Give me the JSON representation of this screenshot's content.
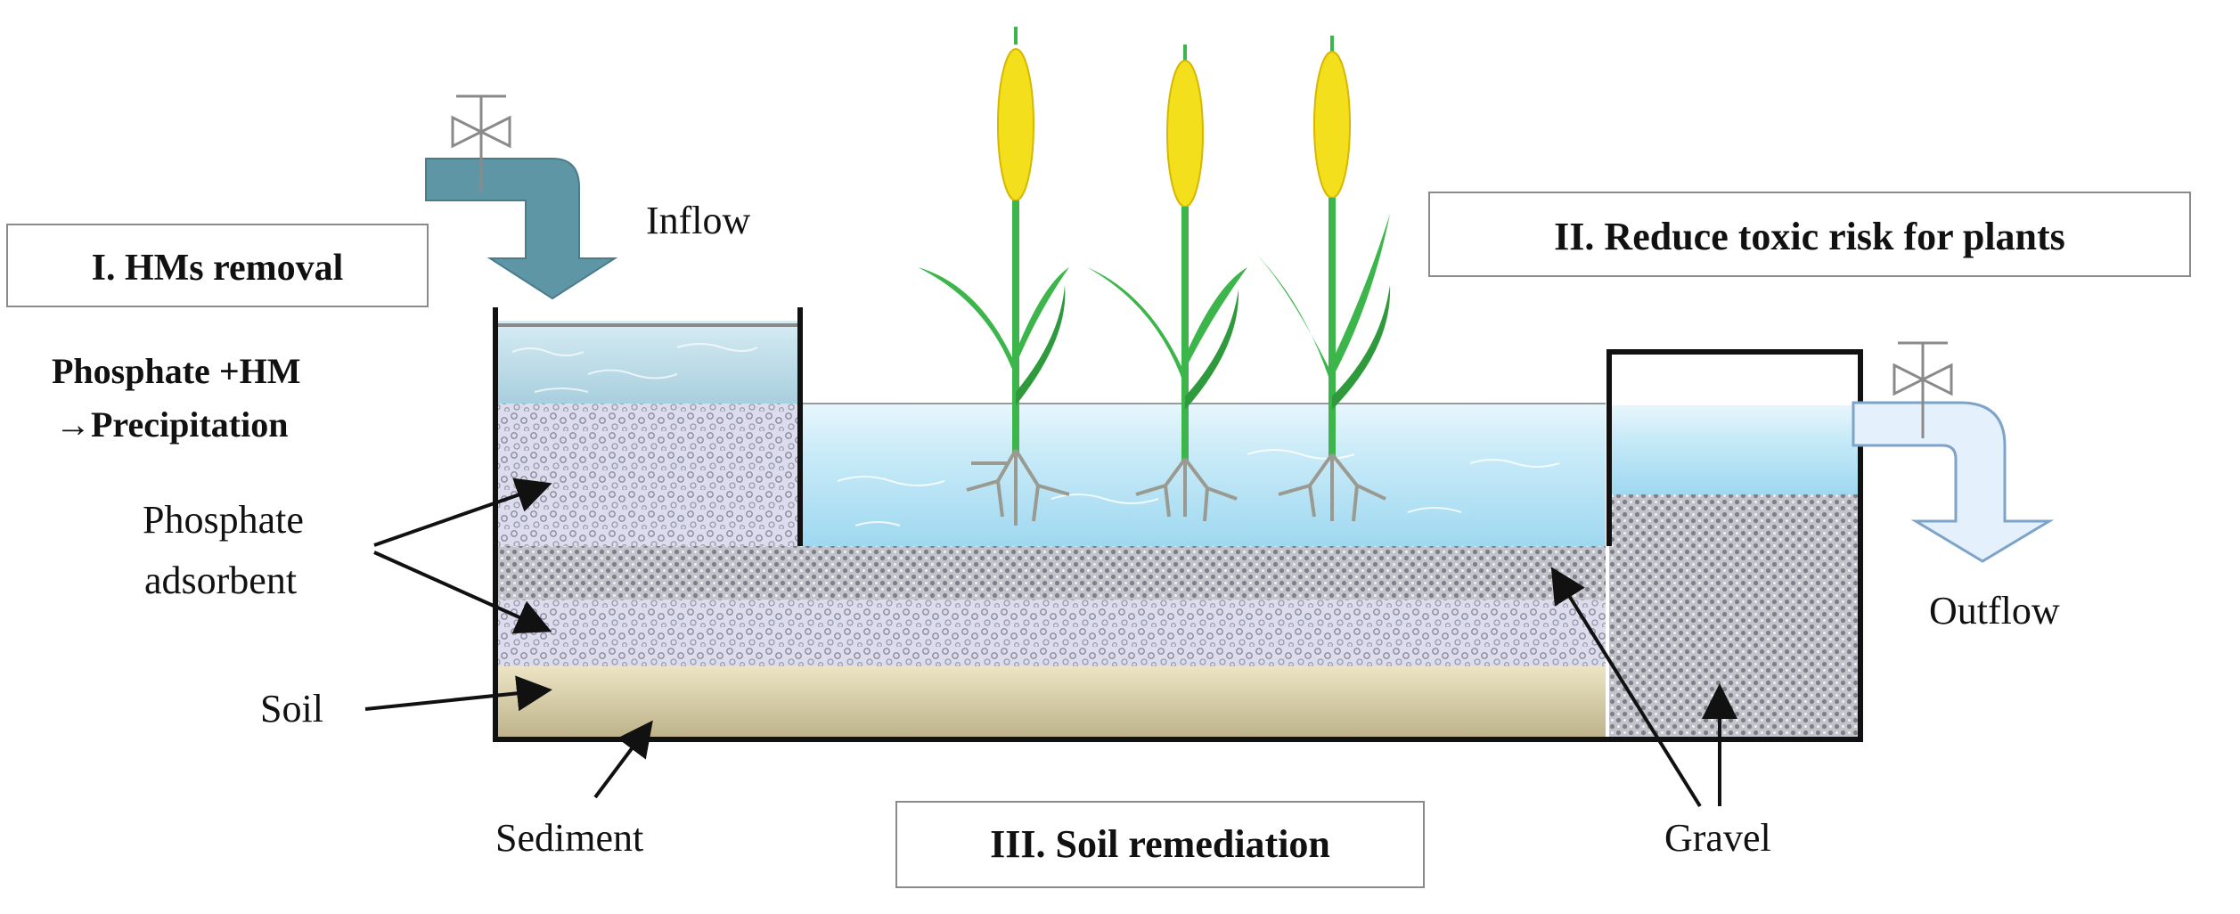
{
  "boxes": {
    "hms_removal": "I.  HMs removal",
    "toxic_risk": "II.  Reduce toxic risk for plants",
    "soil_remediation": "III.  Soil remediation"
  },
  "labels": {
    "inflow": "Inflow",
    "outflow": "Outflow",
    "precipitation_line1": "Phosphate +HM",
    "precipitation_line2": "→Precipitation",
    "adsorbent_line1": "Phosphate",
    "adsorbent_line2": "adsorbent",
    "soil": "Soil",
    "sediment": "Sediment",
    "gravel": "Gravel"
  },
  "colors": {
    "water": "#bfe6f5",
    "water_dark": "#a6d4e6",
    "adsorbent": "#dcdcec",
    "gravel": "#b9b9c2",
    "soil": "#d8cfa5",
    "soil_dark": "#bfb38a",
    "wall": "#111111",
    "inflow_pipe": "#5f96a6",
    "outflow_pipe": "#e4f0fb",
    "leaf": "#3cb54a",
    "ear": "#f3df1c",
    "root": "#9a9a90"
  },
  "icons": [
    "valve-icon",
    "inflow-pipe-arrow",
    "outflow-pipe-arrow",
    "reed-plant-icon"
  ]
}
